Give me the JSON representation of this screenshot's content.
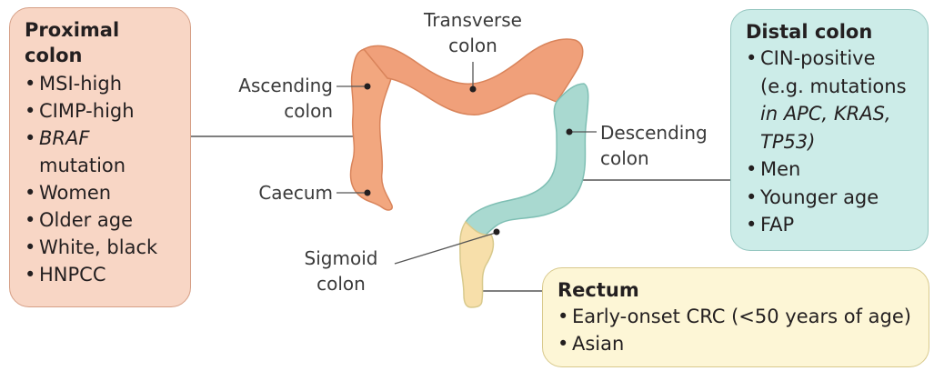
{
  "proximal": {
    "title": "Proximal colon",
    "items": [
      "MSI-high",
      "CIMP-high",
      "BRAF",
      "mutation",
      "Women",
      "Older age",
      "White, black",
      "HNPCC"
    ]
  },
  "distal": {
    "title": "Distal colon",
    "items": [
      "CIN-positive",
      "(e.g. mutations",
      "in APC, KRAS,",
      "TP53)",
      "Men",
      "Younger age",
      "FAP"
    ]
  },
  "rectum": {
    "title": "Rectum",
    "items": [
      "Early-onset CRC (<50 years of age)",
      "Asian"
    ]
  },
  "labels": {
    "transverse": [
      "Transverse",
      "colon"
    ],
    "ascending": [
      "Ascending",
      "colon"
    ],
    "descending": [
      "Descending",
      "colon"
    ],
    "caecum": "Caecum",
    "sigmoid": [
      "Sigmoid",
      "colon"
    ]
  },
  "colors": {
    "proximal_fill": "#f8d6c5",
    "distal_fill": "#ccece8",
    "rectum_fill": "#fdf6d6",
    "ascending_colon": "#f2a77f",
    "descending_colon": "#a9d9d0",
    "rectum_segment": "#f7dfaa"
  }
}
